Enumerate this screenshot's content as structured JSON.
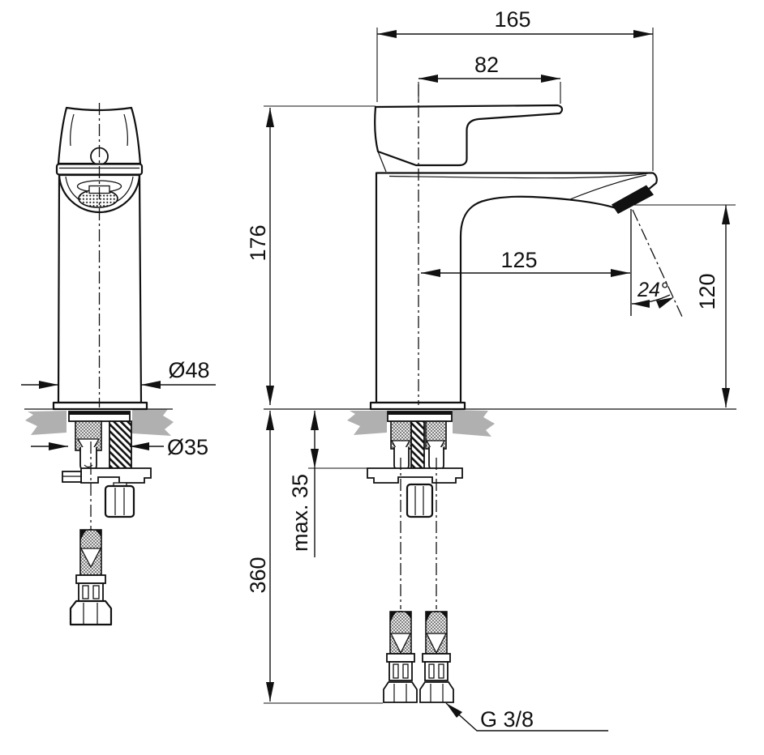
{
  "drawing": {
    "type": "technical-dimension-drawing",
    "subject": "single-lever basin mixer tap, front view and side view with installation parts"
  },
  "dimensions": {
    "total_depth": "165",
    "handle_length": "82",
    "body_height": "176",
    "spout_reach": "125",
    "outlet_angle": "24°",
    "outlet_height": "120",
    "body_diameter": "Ø48",
    "hole_diameter": "Ø35",
    "max_deck_thickness": "max. 35",
    "hose_length": "360",
    "thread_size": "G 3/8"
  },
  "colors": {
    "line": "#111111",
    "deck_gray": "#b0b0b0",
    "background": "#ffffff"
  }
}
